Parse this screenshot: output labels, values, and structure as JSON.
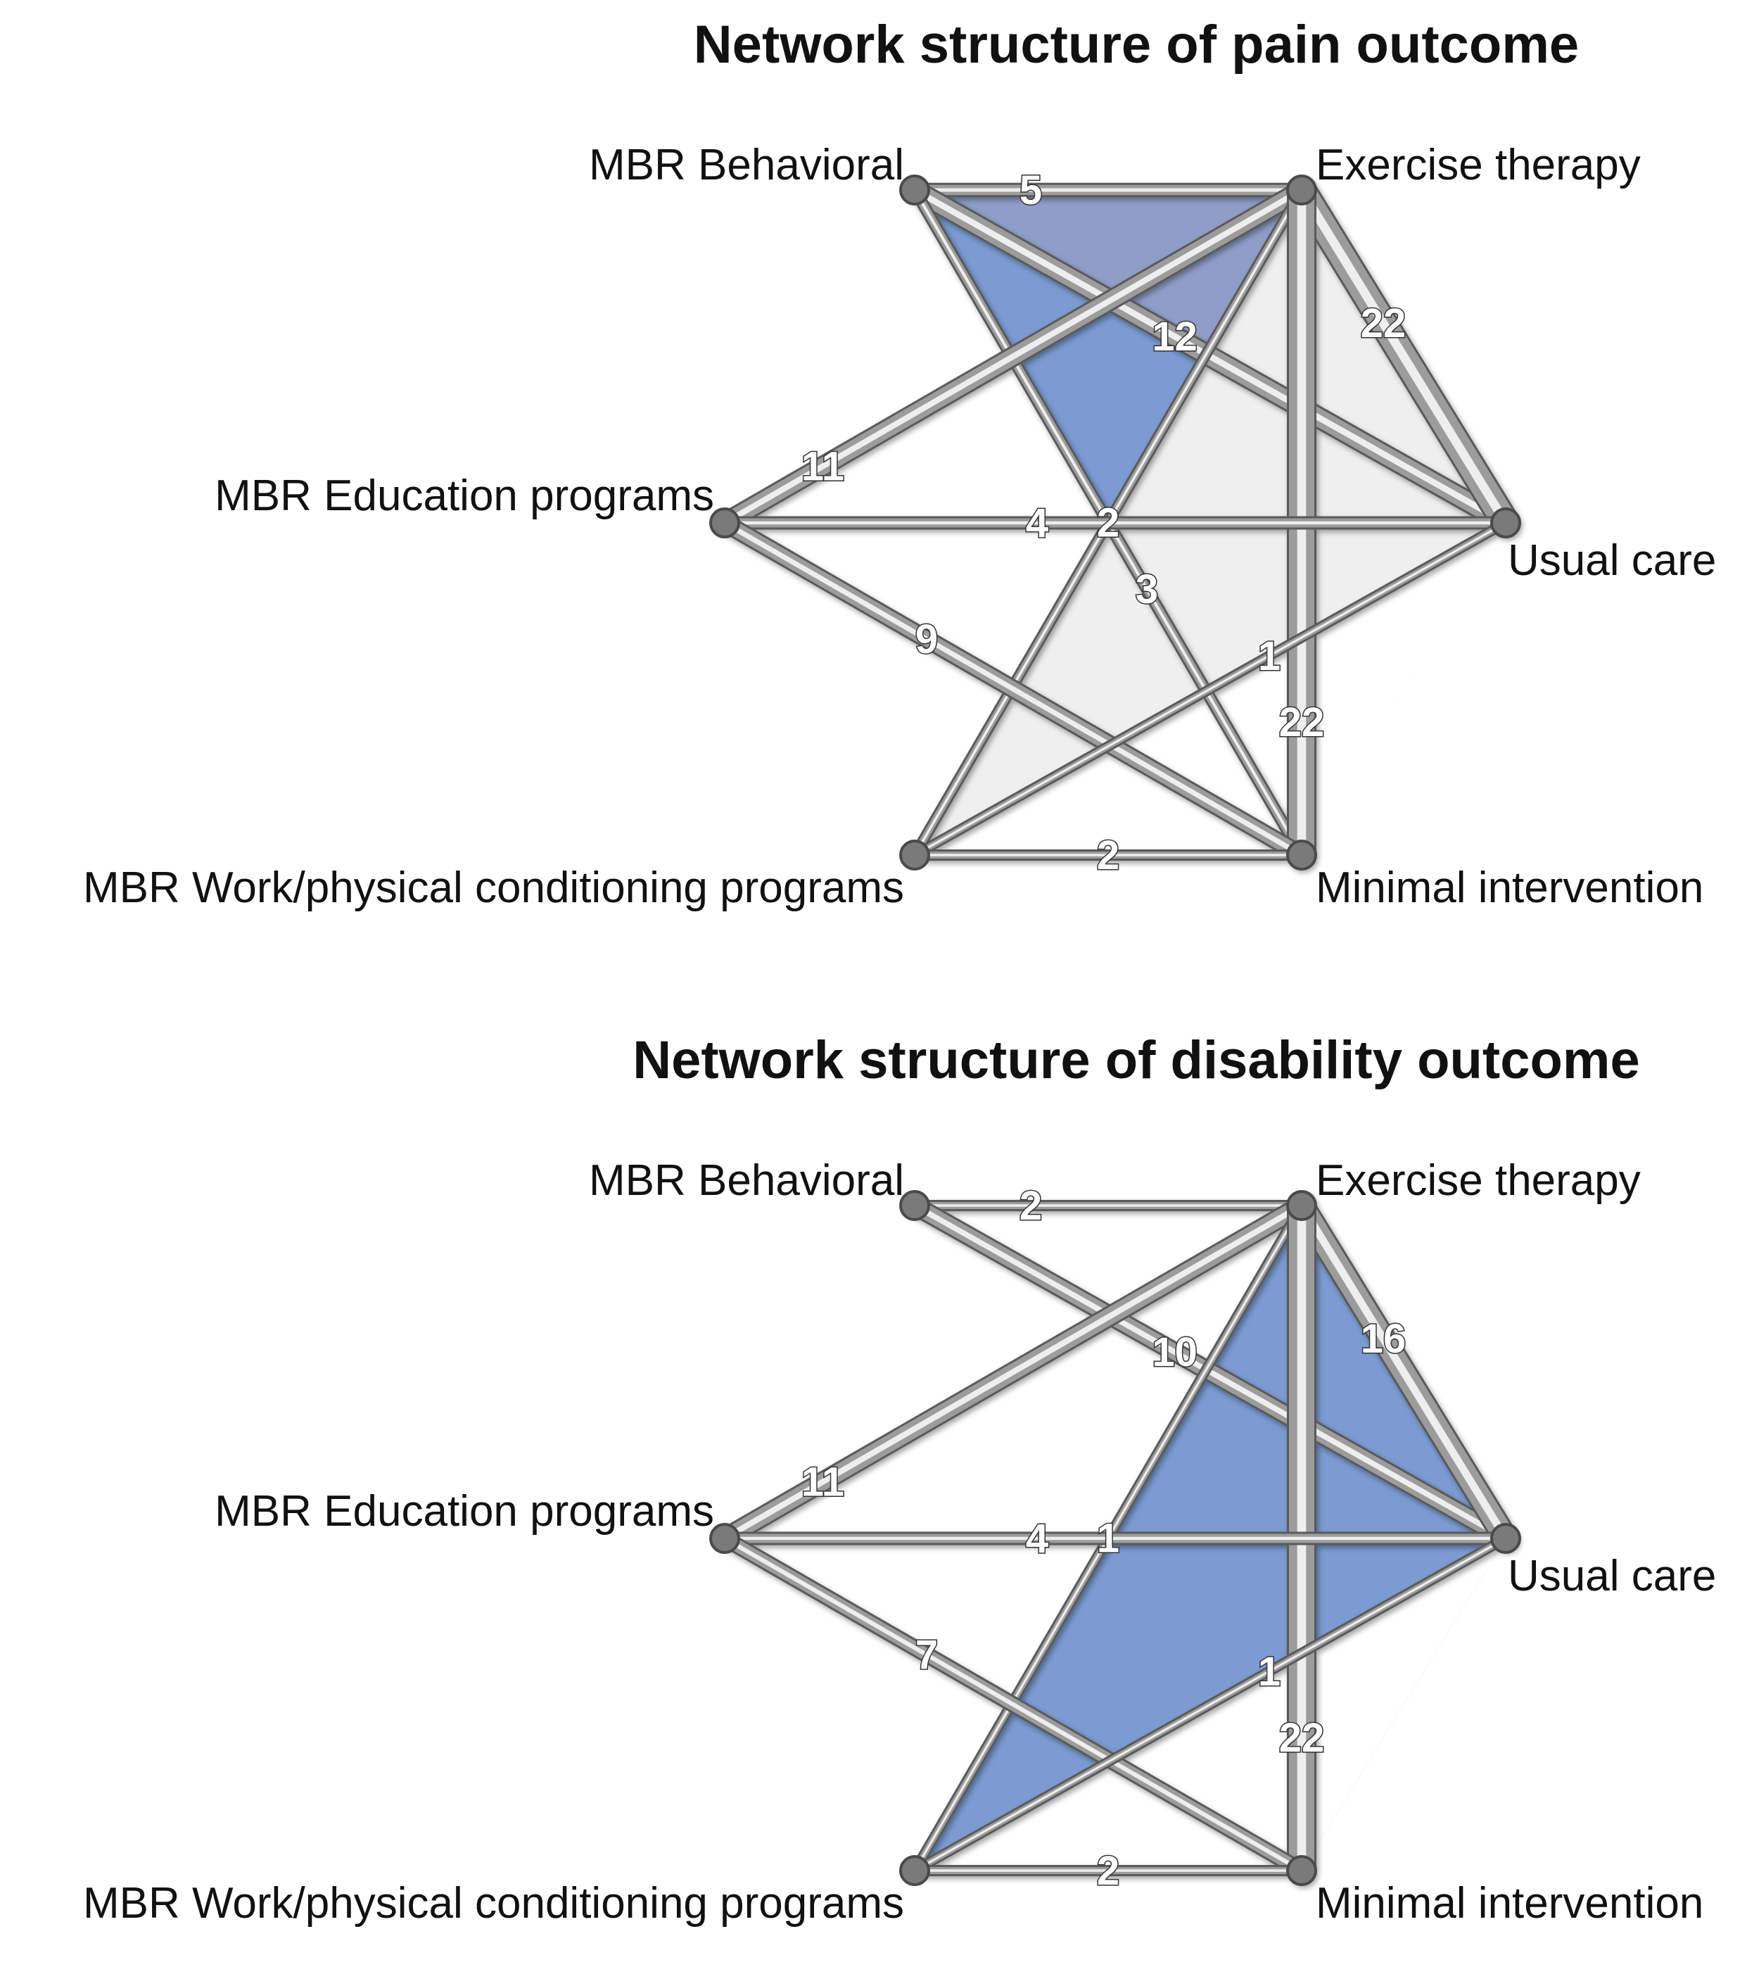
{
  "panels": [
    {
      "title": "Network structure of pain outcome",
      "nodes": [
        {
          "id": "beh",
          "label": "MBR Behavioral"
        },
        {
          "id": "ex",
          "label": "Exercise therapy"
        },
        {
          "id": "edu",
          "label": "MBR Education programs"
        },
        {
          "id": "uc",
          "label": "Usual care"
        },
        {
          "id": "work",
          "label": "MBR Work/physical conditioning programs"
        },
        {
          "id": "min",
          "label": "Minimal intervention"
        }
      ],
      "edges": [
        {
          "from": "beh",
          "to": "ex",
          "label": "5"
        },
        {
          "from": "beh",
          "to": "uc",
          "label": "12"
        },
        {
          "from": "beh",
          "to": "min",
          "label": "3"
        },
        {
          "from": "ex",
          "to": "edu",
          "label": "11"
        },
        {
          "from": "ex",
          "to": "uc",
          "label": "22"
        },
        {
          "from": "ex",
          "to": "work",
          "label": "2"
        },
        {
          "from": "ex",
          "to": "min",
          "label": "22"
        },
        {
          "from": "edu",
          "to": "uc",
          "label": "4"
        },
        {
          "from": "edu",
          "to": "min",
          "label": "9"
        },
        {
          "from": "uc",
          "to": "work",
          "label": "1"
        },
        {
          "from": "work",
          "to": "min",
          "label": "2"
        }
      ],
      "loops": [
        {
          "nodes": [
            "beh",
            "ex",
            "min"
          ],
          "color": "#7b9bd2"
        },
        {
          "nodes": [
            "beh",
            "ex",
            "uc"
          ],
          "color": "#8e9ec9"
        },
        {
          "nodes": [
            "ex",
            "work",
            "min"
          ],
          "color": "#afc0de"
        },
        {
          "nodes": [
            "ex",
            "uc",
            "min"
          ],
          "color": "#eeeeee"
        },
        {
          "nodes": [
            "ex",
            "uc",
            "work"
          ],
          "color": "#efefef"
        },
        {
          "nodes": [
            "uc",
            "work",
            "min"
          ],
          "color": "#ffffff"
        }
      ]
    },
    {
      "title": "Network structure of disability outcome",
      "nodes": [
        {
          "id": "beh",
          "label": "MBR Behavioral"
        },
        {
          "id": "ex",
          "label": "Exercise therapy"
        },
        {
          "id": "edu",
          "label": "MBR Education programs"
        },
        {
          "id": "uc",
          "label": "Usual care"
        },
        {
          "id": "work",
          "label": "MBR Work/physical conditioning programs"
        },
        {
          "id": "min",
          "label": "Minimal intervention"
        }
      ],
      "edges": [
        {
          "from": "beh",
          "to": "ex",
          "label": "2"
        },
        {
          "from": "beh",
          "to": "uc",
          "label": "10"
        },
        {
          "from": "ex",
          "to": "edu",
          "label": "11"
        },
        {
          "from": "ex",
          "to": "uc",
          "label": "16"
        },
        {
          "from": "ex",
          "to": "work",
          "label": "1"
        },
        {
          "from": "ex",
          "to": "min",
          "label": "22"
        },
        {
          "from": "edu",
          "to": "uc",
          "label": "4"
        },
        {
          "from": "edu",
          "to": "min",
          "label": "7"
        },
        {
          "from": "uc",
          "to": "work",
          "label": "1"
        },
        {
          "from": "work",
          "to": "min",
          "label": "2"
        }
      ],
      "loops": [
        {
          "nodes": [
            "ex",
            "uc",
            "min"
          ],
          "color": "#7b9bd2"
        },
        {
          "nodes": [
            "ex",
            "work",
            "min"
          ],
          "color": "#7b9bd2"
        },
        {
          "nodes": [
            "ex",
            "uc",
            "work"
          ],
          "color": "#7b9bd2"
        },
        {
          "nodes": [
            "uc",
            "work",
            "min"
          ],
          "color": "#ffffff"
        }
      ]
    }
  ]
}
